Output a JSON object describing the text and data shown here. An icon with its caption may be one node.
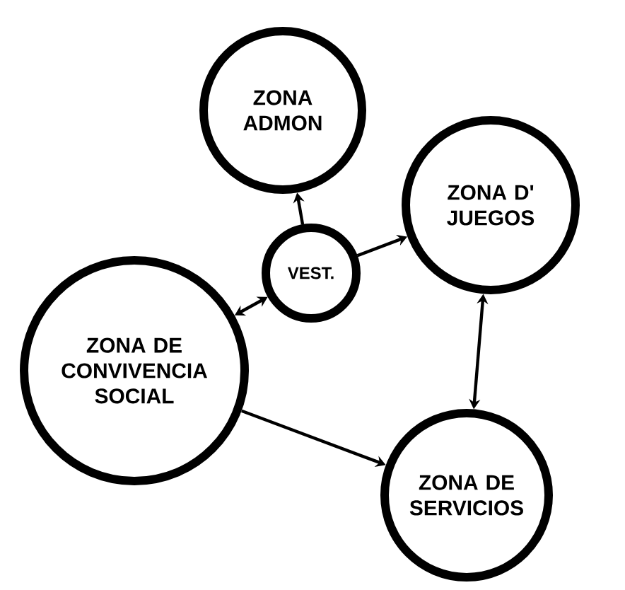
{
  "diagram": {
    "nodes": [
      {
        "text": [
          "ZONA ADMON"
        ]
      },
      {
        "text": [
          "ZONA D' JUEGOS"
        ]
      },
      {
        "text": [
          "ZONA DE CONVIVENCIA SOCIAL"
        ]
      },
      {
        "text": [
          "VEST."
        ]
      },
      {
        "text": [
          "ZONA DE SERVICIOS"
        ]
      }
    ],
    "edges": [
      {
        "from": 3,
        "to": 0,
        "arrow": "to"
      },
      {
        "from": 3,
        "to": 1,
        "arrow": "to"
      },
      {
        "from": 2,
        "to": 3,
        "arrow": "both"
      },
      {
        "from": 2,
        "to": 4,
        "arrow": "to"
      },
      {
        "from": 1,
        "to": 4,
        "arrow": "both"
      }
    ]
  }
}
